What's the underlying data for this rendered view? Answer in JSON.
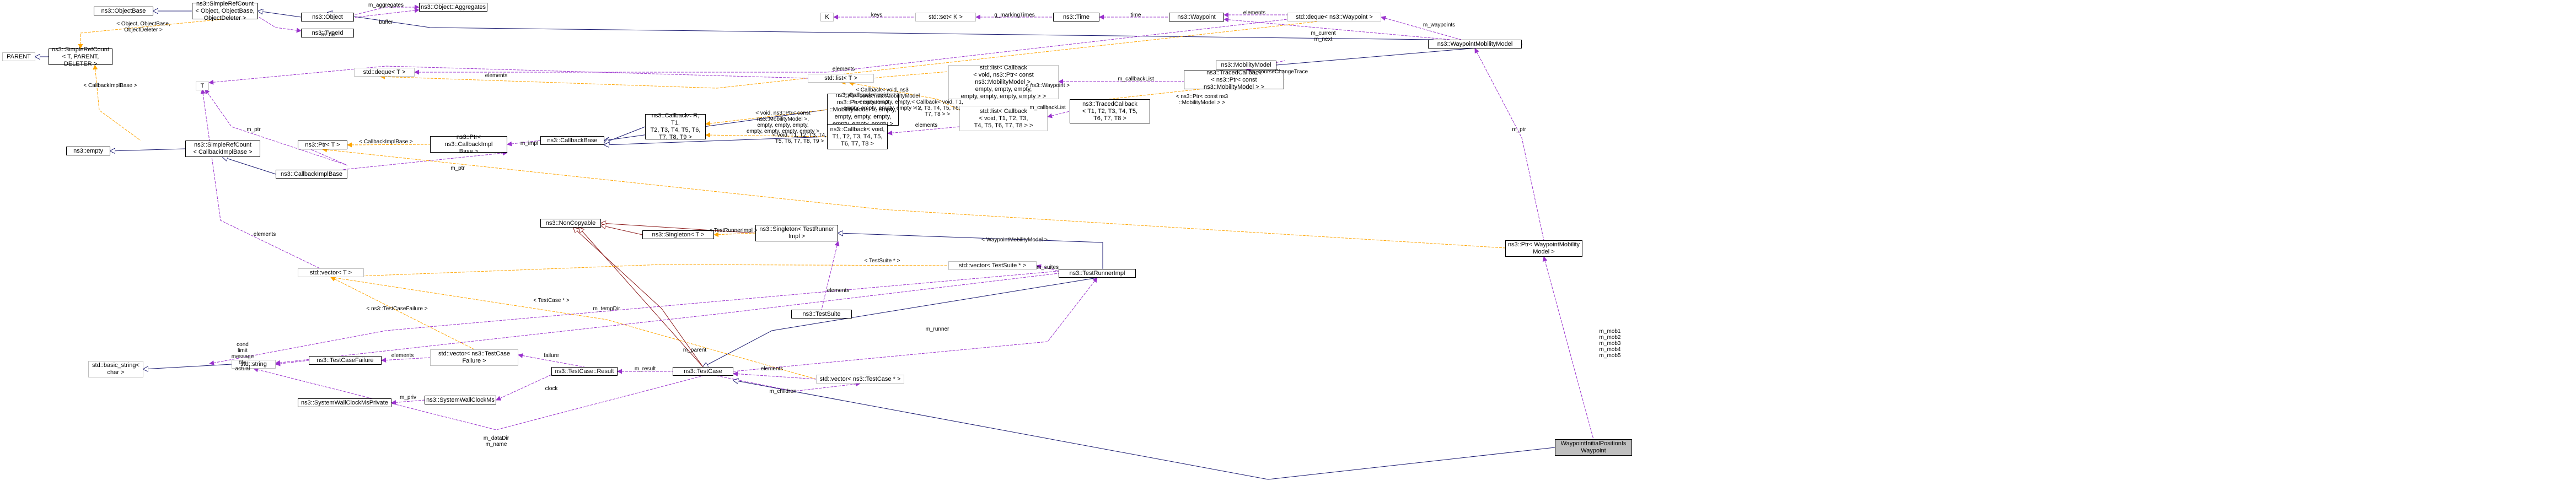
{
  "colors": {
    "inherit": "#191970",
    "usage": "#9a32cd",
    "template": "#ffa500",
    "private": "#8b1a1a"
  },
  "nodes": [
    {
      "id": "objectbase",
      "label": "ns3::ObjectBase"
    },
    {
      "id": "srcount_obj",
      "label": "ns3::SimpleRefCount\n< Object, ObjectBase,\nObjectDeleter >"
    },
    {
      "id": "parent",
      "label": "PARENT"
    },
    {
      "id": "srcount_t",
      "label": "ns3::SimpleRefCount\n< T, PARENT, DELETER >"
    },
    {
      "id": "object",
      "label": "ns3::Object"
    },
    {
      "id": "aggregate",
      "label": "ns3::Object::Aggregates"
    },
    {
      "id": "typeid",
      "label": "ns3::TypeId"
    },
    {
      "id": "deque_t",
      "label": "std::deque< T >"
    },
    {
      "id": "k",
      "label": "K"
    },
    {
      "id": "set_k",
      "label": "std::set< K >"
    },
    {
      "id": "time",
      "label": "ns3::Time"
    },
    {
      "id": "waypoint",
      "label": "ns3::Waypoint"
    },
    {
      "id": "deque_wp",
      "label": "std::deque< ns3::Waypoint >"
    },
    {
      "id": "wpmm",
      "label": "ns3::WaypointMobilityModel"
    },
    {
      "id": "mobility",
      "label": "ns3::MobilityModel"
    },
    {
      "id": "tlist",
      "label": "T"
    },
    {
      "id": "list_t",
      "label": "std::list< T >"
    },
    {
      "id": "list_cb",
      "label": "std::list< Callback\n< void, ns3::Ptr< const\nns3::MobilityModel >,\nempty, empty, empty,\nempty, empty, empty, empty > >"
    },
    {
      "id": "traced",
      "label": "ns3::TracedCallback\n< ns3::Ptr< const\nns3::MobilityModel > >"
    },
    {
      "id": "list_cb2",
      "label": "std::list< Callback\n< void, T1, T2, T3,\nT4, T5, T6, T7, T8 > >"
    },
    {
      "id": "traced2",
      "label": "ns3::TracedCallback\n< T1, T2, T3, T4, T5,\nT6, T7, T8 >"
    },
    {
      "id": "cb_mm",
      "label": "ns3::Callback< void,\nns3::Ptr< const ns3\n::MobilityModel >, empty,\nempty, empty, empty,\nempty, empty, empty >"
    },
    {
      "id": "cb_r",
      "label": "ns3::Callback< R, T1,\nT2, T3, T4, T5, T6,\nT7, T8, T9 >"
    },
    {
      "id": "cb_void",
      "label": "ns3::Callback< void,\nT1, T2, T3, T4, T5,\nT6, T7, T8 >"
    },
    {
      "id": "cbbase",
      "label": "ns3::CallbackBase"
    },
    {
      "id": "ptr_cbimpl",
      "label": "ns3::Ptr< ns3::CallbackImpl\nBase >"
    },
    {
      "id": "ptr_t",
      "label": "ns3::Ptr< T >"
    },
    {
      "id": "cbimplbase",
      "label": "ns3::CallbackImplBase"
    },
    {
      "id": "srcount_cb",
      "label": "ns3::SimpleRefCount\n< CallbackImplBase >"
    },
    {
      "id": "empty",
      "label": "ns3::empty"
    },
    {
      "id": "ptr_wpmm",
      "label": "ns3::Ptr< WaypointMobility\nModel >"
    },
    {
      "id": "noncopy",
      "label": "ns3::NonCopyable"
    },
    {
      "id": "singleton_t",
      "label": "ns3::Singleton< T >"
    },
    {
      "id": "singleton_tr",
      "label": "ns3::Singleton< TestRunner\nImpl >"
    },
    {
      "id": "runnerimpl",
      "label": "ns3::TestRunnerImpl"
    },
    {
      "id": "vec_suite",
      "label": "std::vector< TestSuite * >"
    },
    {
      "id": "testsuite",
      "label": "ns3::TestSuite"
    },
    {
      "id": "vec_t",
      "label": "std::vector< T >"
    },
    {
      "id": "string",
      "label": "std::string"
    },
    {
      "id": "basicstr",
      "label": "std::basic_string<\nchar >"
    },
    {
      "id": "failure",
      "label": "ns3::TestCaseFailure"
    },
    {
      "id": "vec_failure",
      "label": "std::vector< ns3::TestCase\nFailure >"
    },
    {
      "id": "result",
      "label": "ns3::TestCase::Result"
    },
    {
      "id": "testcase",
      "label": "ns3::TestCase"
    },
    {
      "id": "vec_tc",
      "label": "std::vector< ns3::TestCase * >"
    },
    {
      "id": "wallclock",
      "label": "ns3::SystemWallClockMs"
    },
    {
      "id": "wallpriv",
      "label": "ns3::SystemWallClockMsPrivate"
    },
    {
      "id": "focus",
      "label": "WaypointInitialPositionIs\nWaypoint"
    }
  ],
  "edges": [
    {
      "id": "e1",
      "label": "m_aggregates"
    },
    {
      "id": "e2",
      "label": "buffer"
    },
    {
      "id": "e3",
      "label": "m_tid"
    },
    {
      "id": "e4",
      "label": "< Object, ObjectBase,\nObjectDeleter >"
    },
    {
      "id": "e5",
      "label": "keys"
    },
    {
      "id": "e6",
      "label": "g_markingTimes"
    },
    {
      "id": "e7",
      "label": "time"
    },
    {
      "id": "e8",
      "label": "elements"
    },
    {
      "id": "e9",
      "label": "m_current\nm_next"
    },
    {
      "id": "e10",
      "label": "m_waypoints"
    },
    {
      "id": "e11",
      "label": "elements"
    },
    {
      "id": "e12",
      "label": "< ns3::Waypoint >"
    },
    {
      "id": "e13",
      "label": "elements"
    },
    {
      "id": "e14",
      "label": "< Callback< void, ns3\n::Ptr< const ns3::MobilityModel\n>, empty, empty, empty,\nempty, empty, empty, empty > >"
    },
    {
      "id": "e15",
      "label": "< Callback< void, T1,\nT2, T3, T4, T5, T6,\nT7, T8 > >"
    },
    {
      "id": "e16",
      "label": "m_callbackList"
    },
    {
      "id": "e17",
      "label": "m_courseChangeTrace"
    },
    {
      "id": "e18",
      "label": "< ns3::Ptr< const ns3\n::MobilityModel > >"
    },
    {
      "id": "e19",
      "label": "m_callbackList"
    },
    {
      "id": "e20",
      "label": "elements"
    },
    {
      "id": "e21",
      "label": "< void, ns3::Ptr< const\nns3::MobilityModel >,\nempty, empty, empty,\nempty, empty, empty, empty >"
    },
    {
      "id": "e22",
      "label": "< void, T1, T2, T3, T4,\nT5, T6, T7, T8, T9 >"
    },
    {
      "id": "e23",
      "label": "m_impl"
    },
    {
      "id": "e24",
      "label": "< CallbackImplBase >"
    },
    {
      "id": "e25",
      "label": "m_ptr"
    },
    {
      "id": "e26",
      "label": "m_ptr"
    },
    {
      "id": "e27",
      "label": "< CallbackImplBase >"
    },
    {
      "id": "e28",
      "label": "elements"
    },
    {
      "id": "e29",
      "label": "< WaypointMobilityModel >"
    },
    {
      "id": "e30",
      "label": "m_ptr"
    },
    {
      "id": "e31",
      "label": "m_mob1\nm_mob2\nm_mob3\nm_mob4\nm_mob5"
    },
    {
      "id": "e32",
      "label": "< TestRunnerImpl >"
    },
    {
      "id": "e33",
      "label": "< TestSuite * >"
    },
    {
      "id": "e34",
      "label": "elements"
    },
    {
      "id": "e35",
      "label": "m_suites"
    },
    {
      "id": "e36",
      "label": "< TestCase * >"
    },
    {
      "id": "e37",
      "label": "m_tempDir"
    },
    {
      "id": "e38",
      "label": "m_runner"
    },
    {
      "id": "e39",
      "label": "cond\nlimit\nmessage\nfile\nactual"
    },
    {
      "id": "e40",
      "label": "< ns3::TestCaseFailure >"
    },
    {
      "id": "e41",
      "label": "elements"
    },
    {
      "id": "e42",
      "label": "failure"
    },
    {
      "id": "e43",
      "label": "clock"
    },
    {
      "id": "e44",
      "label": "m_result"
    },
    {
      "id": "e45",
      "label": "m_parent"
    },
    {
      "id": "e46",
      "label": "elements"
    },
    {
      "id": "e47",
      "label": "m_children"
    },
    {
      "id": "e48",
      "label": "m_priv"
    },
    {
      "id": "e49",
      "label": "m_dataDir\nm_name"
    }
  ]
}
